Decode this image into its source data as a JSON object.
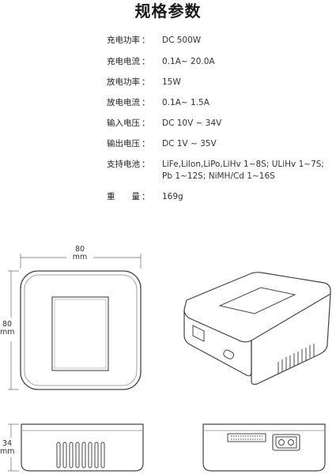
{
  "title": "规格参数",
  "specs": [
    {
      "label": "充电功率",
      "colon": "：",
      "value": "DC 500W"
    },
    {
      "label": "充电电流",
      "colon": "：",
      "value": "0.1A~ 20.0A"
    },
    {
      "label": "放电功率",
      "colon": "：",
      "value": "15W"
    },
    {
      "label": "放电电流",
      "colon": "：",
      "value": "0.1A~ 1.5A"
    },
    {
      "label": "输入电压",
      "colon": "：",
      "value": "DC 10V ~ 34V"
    },
    {
      "label": "输出电压",
      "colon": "：",
      "value": "DC 1V ~ 35V"
    },
    {
      "label": "支持电池",
      "colon": "：",
      "value": "LiFe,LiIon,LiPo,LiHv 1~8S; ULiHv 1~7S; Pb 1~12S; NiMH/Cd 1~16S"
    },
    {
      "label": "重　　量",
      "colon": "：",
      "value": "169g"
    }
  ],
  "dimensions": {
    "width_value": "80",
    "width_unit": "mm",
    "depth_value": "80",
    "depth_unit": "mm",
    "height_value": "34",
    "height_unit": "mm"
  }
}
